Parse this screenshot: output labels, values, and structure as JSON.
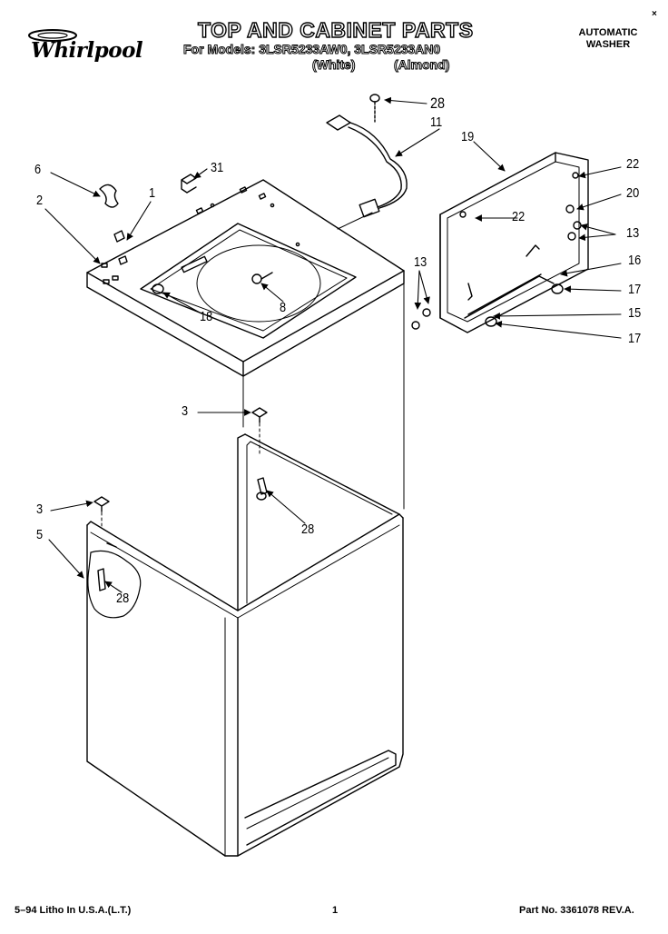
{
  "header": {
    "brand": "Whirlpool",
    "title": "TOP AND CABINET PARTS",
    "models_line": "For Models: 3LSR5233AW0, 3LSR5233AN0",
    "variant_white": "(White)",
    "variant_almond": "(Almond)",
    "product_line1": "AUTOMATIC",
    "product_line2": "WASHER",
    "corner_mark": "×"
  },
  "callouts": {
    "c28_top": "28",
    "c11": "11",
    "c19": "19",
    "c6": "6",
    "c31": "31",
    "c1": "1",
    "c2": "2",
    "c22_a": "22",
    "c20": "20",
    "c22_b": "22",
    "c13_a": "13",
    "c13_b": "13",
    "c16": "16",
    "c17_a": "17",
    "c15": "15",
    "c17_b": "17",
    "c8": "8",
    "c18": "18",
    "c3_a": "3",
    "c3_b": "3",
    "c28_mid": "28",
    "c5": "5",
    "c28_low": "28"
  },
  "footer": {
    "litho": "5–94 Litho In U.S.A.(L.T.)",
    "page": "1",
    "part_no": "Part No. 3361078 REV.A."
  }
}
